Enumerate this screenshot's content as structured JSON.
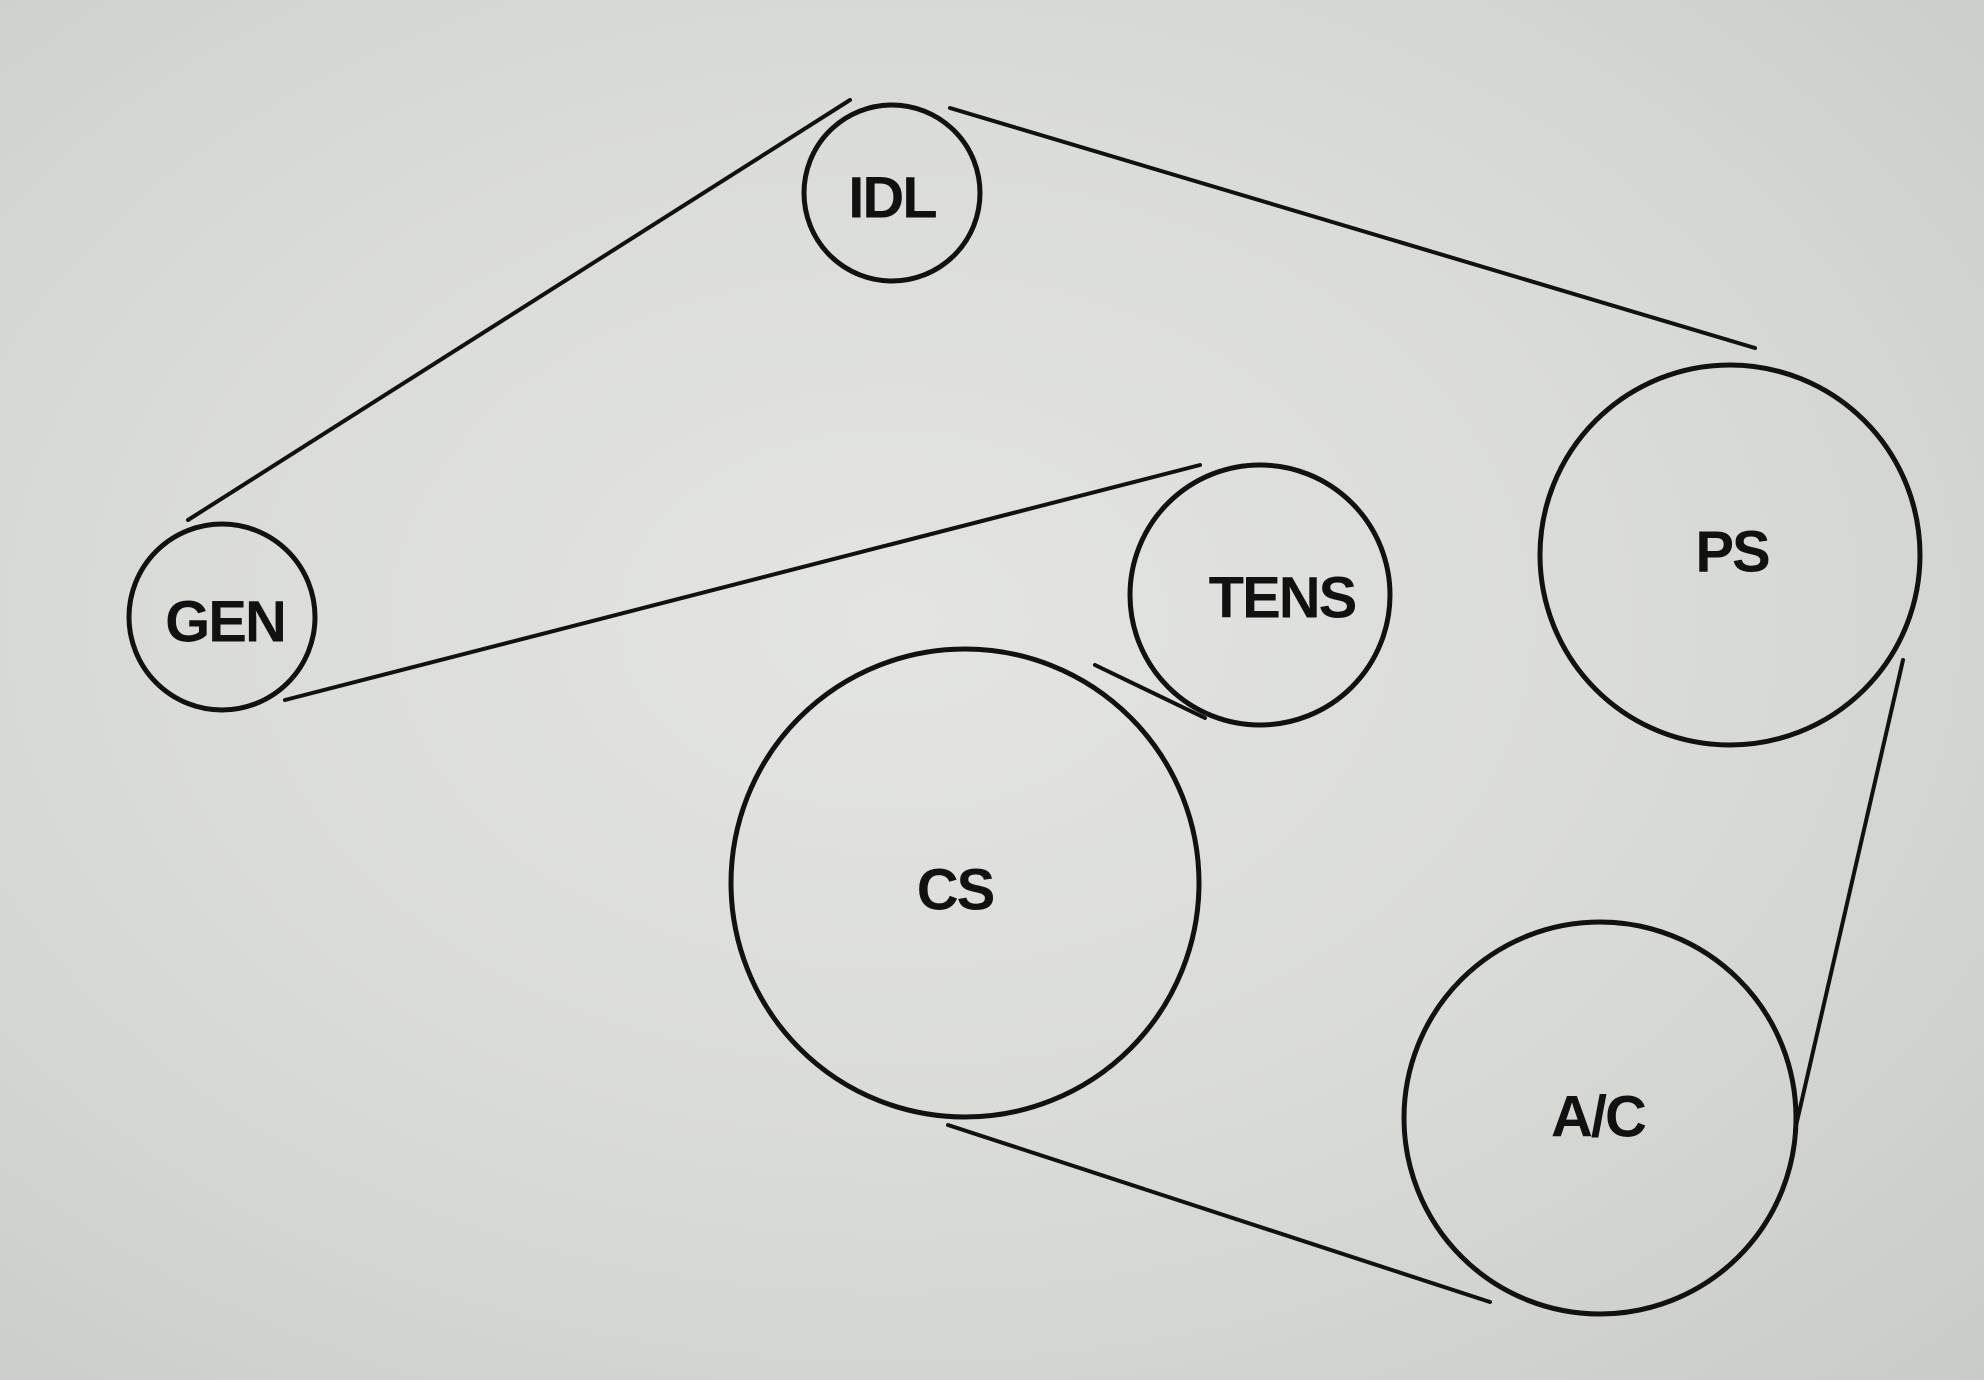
{
  "diagram": {
    "pulleys": [
      {
        "id": "idl",
        "label": "IDL"
      },
      {
        "id": "ps",
        "label": "PS"
      },
      {
        "id": "gen",
        "label": "GEN"
      },
      {
        "id": "tens",
        "label": "TENS"
      },
      {
        "id": "cs",
        "label": "CS"
      },
      {
        "id": "ac",
        "label": "A/C"
      }
    ]
  }
}
